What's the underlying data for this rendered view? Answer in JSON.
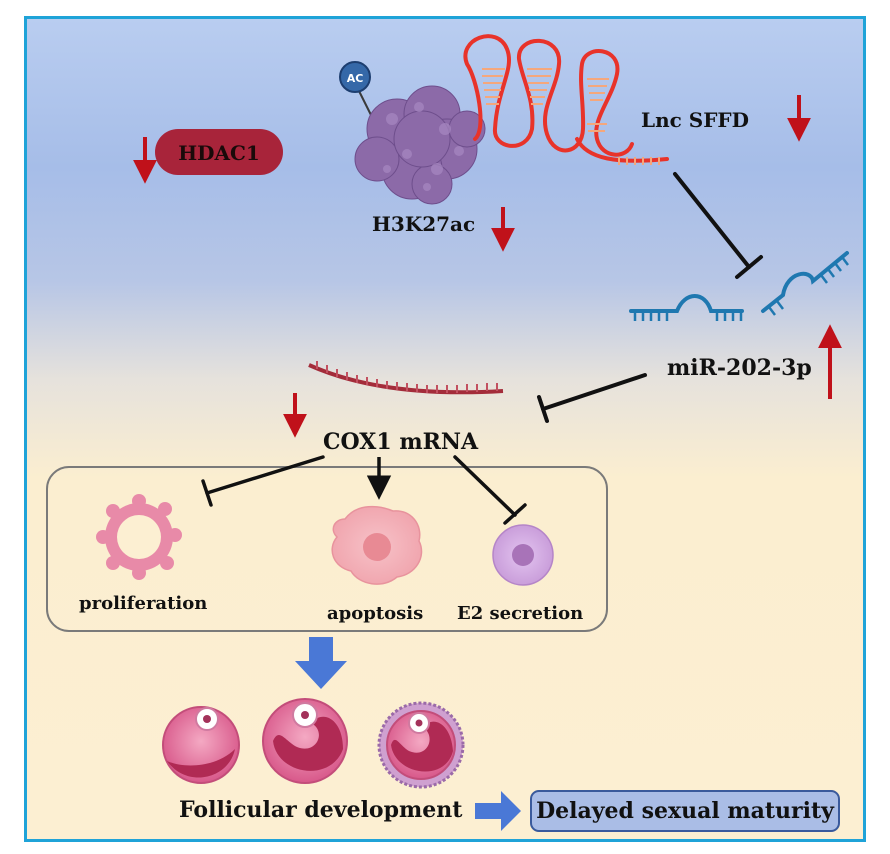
{
  "labels": {
    "hdac1": "HDAC1",
    "ac": "AC",
    "h3k27ac": "H3K27ac",
    "lnc_sffd": "Lnc SFFD",
    "mir": "miR-202-3p",
    "cox1": "COX1 mRNA",
    "proliferation": "proliferation",
    "apoptosis": "apoptosis",
    "e2": "E2 secretion",
    "follicular": "Follicular development",
    "delayed": "Delayed sexual maturity"
  },
  "colors": {
    "border": "#1fa3d8",
    "down_arrow": "#c0111a",
    "hdac1_pill": "#a8243a",
    "histone": "#8c6aa8",
    "lncrna": "#e8332a",
    "mirna": "#1f78b0",
    "mrna": "#a32c3a",
    "flow_arrow": "#4a78d6",
    "result_box": "#aabde6"
  },
  "icons": {
    "down": "down-arrow-icon",
    "up": "up-arrow-icon",
    "inhibit": "inhibition-arrow-icon"
  }
}
